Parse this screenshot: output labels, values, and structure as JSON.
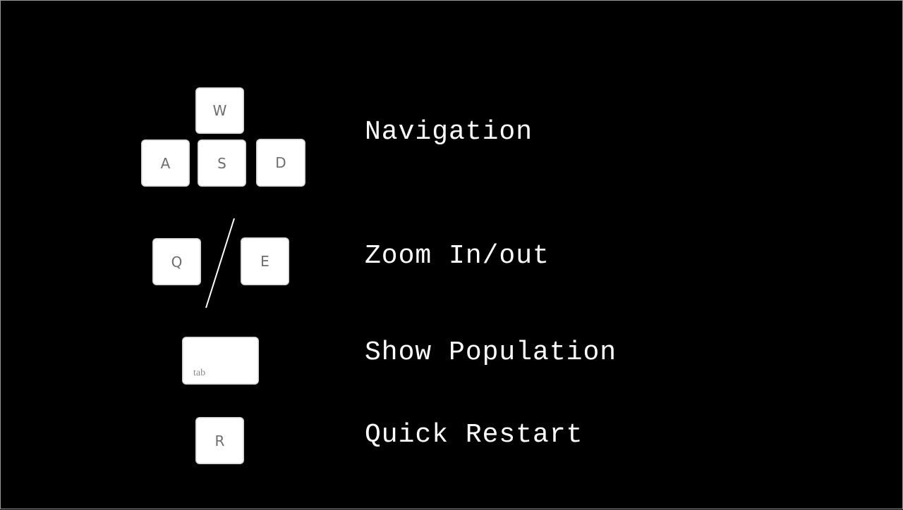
{
  "keys": {
    "w": "W",
    "a": "A",
    "s": "S",
    "d": "D",
    "q": "Q",
    "e": "E",
    "tab": "tab",
    "r": "R"
  },
  "actions": {
    "navigation": "Navigation",
    "zoom": "Zoom In/out",
    "population": "Show Population",
    "restart": "Quick Restart"
  },
  "colors": {
    "background": "#000000",
    "key_face": "#ffffff",
    "key_text": "#6e6e6e",
    "label_text": "#ffffff"
  }
}
